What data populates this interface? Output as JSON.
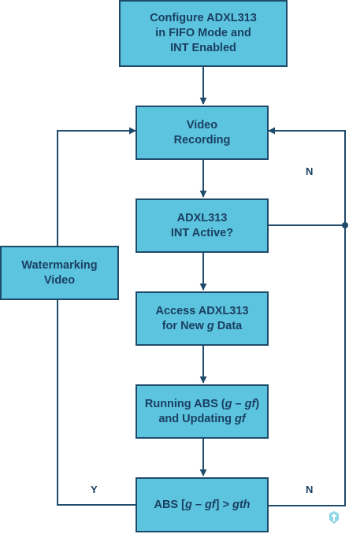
{
  "diagram": {
    "nodes": {
      "configure": "Configure ADXL313\nin FIFO Mode and\nINT Enabled",
      "recording": "Video\nRecording",
      "int_active": "ADXL313\nINT Active?",
      "access": {
        "before": "Access ADXL313\nfor New ",
        "g": "g",
        "after": " Data"
      },
      "running": {
        "l1_a": "Running ABS (",
        "l1_g": "g",
        "l1_b": " – ",
        "l1_gf": "gf",
        "l1_c": ")",
        "l2_a": "and Updating ",
        "l2_gf": "gf"
      },
      "compare": {
        "a": "ABS [",
        "g": "g",
        "b": " – ",
        "gf": "gf",
        "c": "] > ",
        "gth": "gth"
      },
      "watermark": "Watermarking\nVideo"
    },
    "edge_labels": {
      "n_top": "N",
      "n_bottom": "N",
      "y": "Y"
    },
    "colors": {
      "box_fill": "#5cc4de",
      "box_border": "#1f4b6b",
      "line": "#1f4b6b",
      "text": "#1a3f62"
    }
  }
}
